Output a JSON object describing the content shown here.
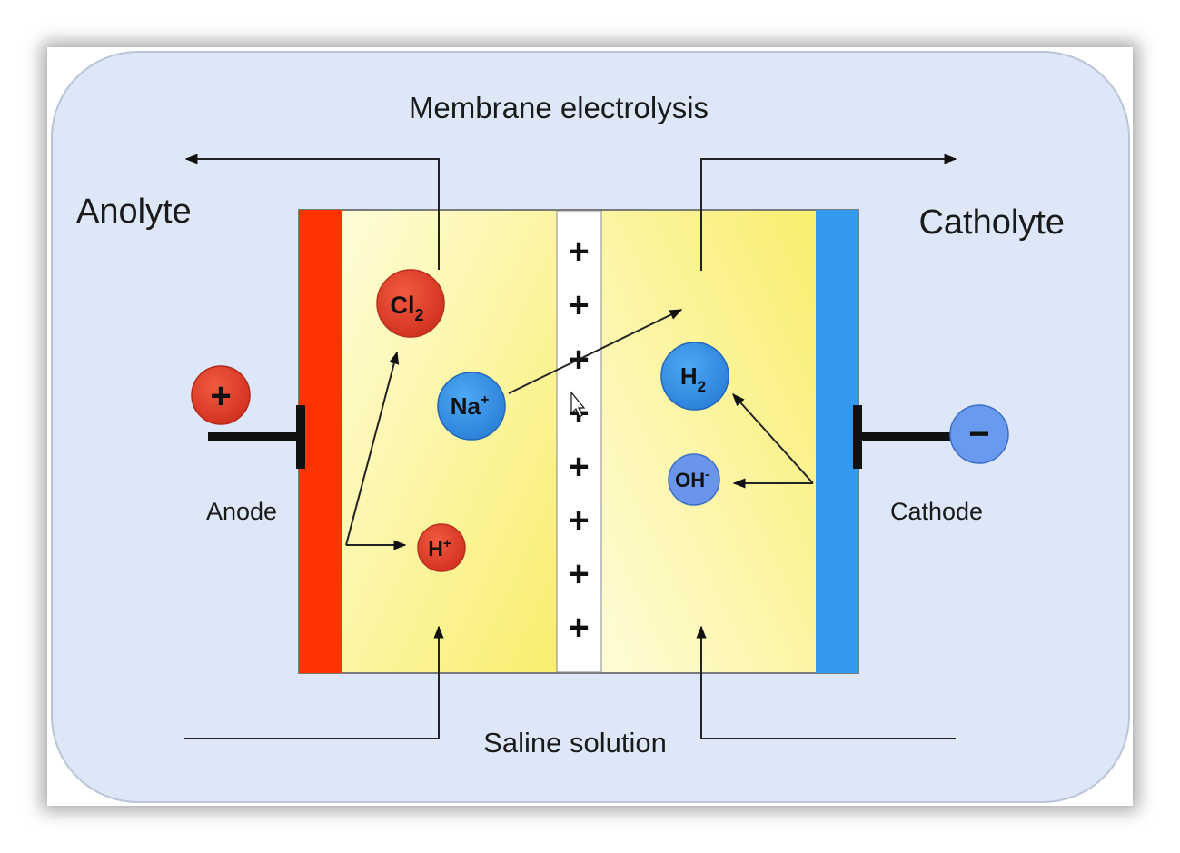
{
  "title": "Membrane electrolysis",
  "labels": {
    "anolyte": "Anolyte",
    "catholyte": "Catholyte",
    "anode": "Anode",
    "cathode": "Cathode",
    "saline": "Saline solution"
  },
  "ions": {
    "cl2": {
      "base": "Cl",
      "sub": "2"
    },
    "na": {
      "base": "Na",
      "sup": "+"
    },
    "h2": {
      "base": "H",
      "sub": "2"
    },
    "oh": {
      "base": "OH",
      "sup": "-"
    },
    "h": {
      "base": "H",
      "sup": "+"
    }
  },
  "terminals": {
    "positive": "+",
    "negative": "−"
  },
  "membrane_sign": "+",
  "colors": {
    "panel_bg": "#dce6f6",
    "anode": "#ff3300",
    "cathode": "#3399ee",
    "solution_light": "#fffbd0",
    "solution_dark": "#fbf27a",
    "red_ion": "#e03a2a",
    "blue_ion": "#3a8ee8",
    "blue_ion_light": "#5a8ee0"
  }
}
